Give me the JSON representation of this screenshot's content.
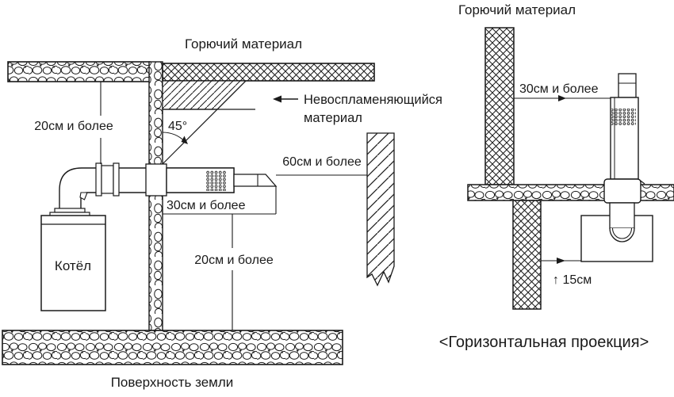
{
  "page": {
    "background_color": "#ffffff",
    "ink_color": "#1a1a1a"
  },
  "left_diagram": {
    "title": "Горючий материал",
    "nonflammable_line1": "Невоспламеняющийся",
    "nonflammable_line2": "материал",
    "angle": "45°",
    "dim_pipe_to_ceiling": "20см и более",
    "dim_terminal_to_wall": "60см и более",
    "dim_terminal_length": "30см и более",
    "dim_terminal_to_ground": "20см и более",
    "boiler": "Котёл",
    "ground": "Поверхность земли"
  },
  "right_diagram": {
    "title": "Горючий материал",
    "dim_wall_to_terminal": "30см и более",
    "dim_wall_to_boiler": "↑ 15см",
    "caption": "<Горизонтальная проекция>"
  }
}
